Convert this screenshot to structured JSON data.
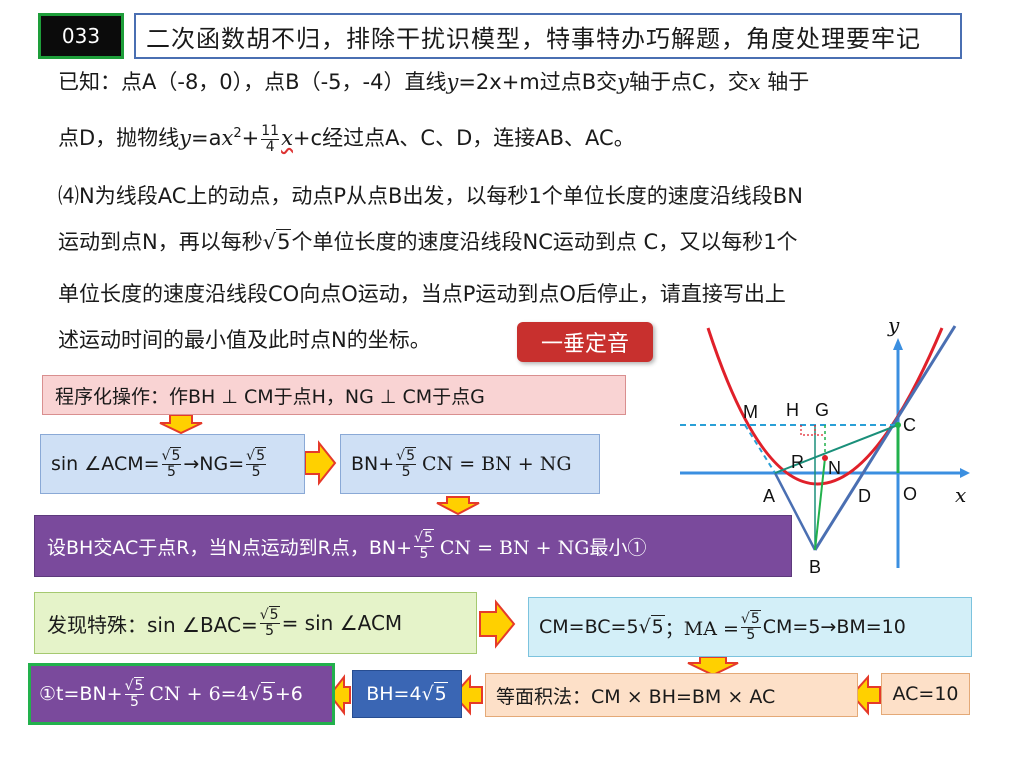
{
  "header": {
    "badge": "033",
    "title": "二次函数胡不归，排除干扰识模型，特事特办巧解题，角度处理要牢记"
  },
  "problem": {
    "line1": {
      "a": "已知：点A（-8，0），点B（-5，-4）直线",
      "y": "y",
      "b": "=2x+m过点B交",
      "y2": "y",
      "c": "轴于点C，交",
      "x": "x",
      "d": " 轴于"
    },
    "line2": {
      "a": "点D，抛物线",
      "y": "y",
      "b": "=a",
      "x": "x",
      "exp": "2",
      "c": "+",
      "frac_num": "11",
      "frac_den": "4",
      "x2": "x",
      "d": "+c经过点A、C、D，连接AB、AC。"
    },
    "line3": "⑷N为线段AC上的动点，动点P从点B出发，以每秒1个单位长度的速度沿线段BN",
    "line4": {
      "a": "运动到点N，再以每秒",
      "rad": "5",
      "b": "个单位长度的速度沿线段NC运动到点 C，又以每秒1个"
    },
    "line5": "单位长度的速度沿线段CO向点O运动，当点P运动到点O后停止，请直接写出上",
    "line6": "述运动时间的最小值及此时点N的坐标。"
  },
  "tag": "一垂定音",
  "steps": {
    "s1": "程序化操作：作BH ⊥ CM于点H，NG ⊥ CM于点G",
    "s2": {
      "a": "sin ∠ACM=",
      "rad": "5",
      "den": "5",
      "b": "→NG=",
      "rad2": "5",
      "den2": "5"
    },
    "s3": {
      "a": "BN+",
      "rad": "5",
      "den": "5",
      "b": "CN = BN + NG"
    },
    "s4": {
      "a": "设BH交AC于点R，当N点运动到R点，BN+",
      "rad": "5",
      "den": "5",
      "b": "CN = BN + NG最小①"
    },
    "s5": {
      "a": "发现特殊：sin ∠BAC=",
      "rad": "5",
      "den": "5",
      "b": "= sin ∠ACM"
    },
    "s6": {
      "a": "CM=BC=5",
      "rad": "5",
      "b": "；MA = ",
      "rad2": "5",
      "den2": "5",
      "c": "CM=5→BM=10"
    },
    "s7": "AC=10",
    "s8": "等面积法：CM × BH=BM × AC",
    "s9": {
      "a": "BH=4",
      "rad": "5"
    },
    "s10": {
      "a": "①t=BN+",
      "rad": "5",
      "den": "5",
      "b": "CN + 6=4",
      "rad2": "5",
      "c": "+6"
    }
  },
  "figure": {
    "labels": {
      "y": "y",
      "x": "x",
      "M": "M",
      "H": "H",
      "G": "G",
      "C": "C",
      "R": "R",
      "N": "N",
      "A": "A",
      "D": "D",
      "O": "O",
      "B": "B"
    },
    "colors": {
      "parabola": "#e0202a",
      "axis": "#3b8fe0",
      "lineBC": "#4a6fb2",
      "lineAC": "#1a8f7a",
      "dashed": "#2a9fd6",
      "green": "#22b14c"
    }
  }
}
